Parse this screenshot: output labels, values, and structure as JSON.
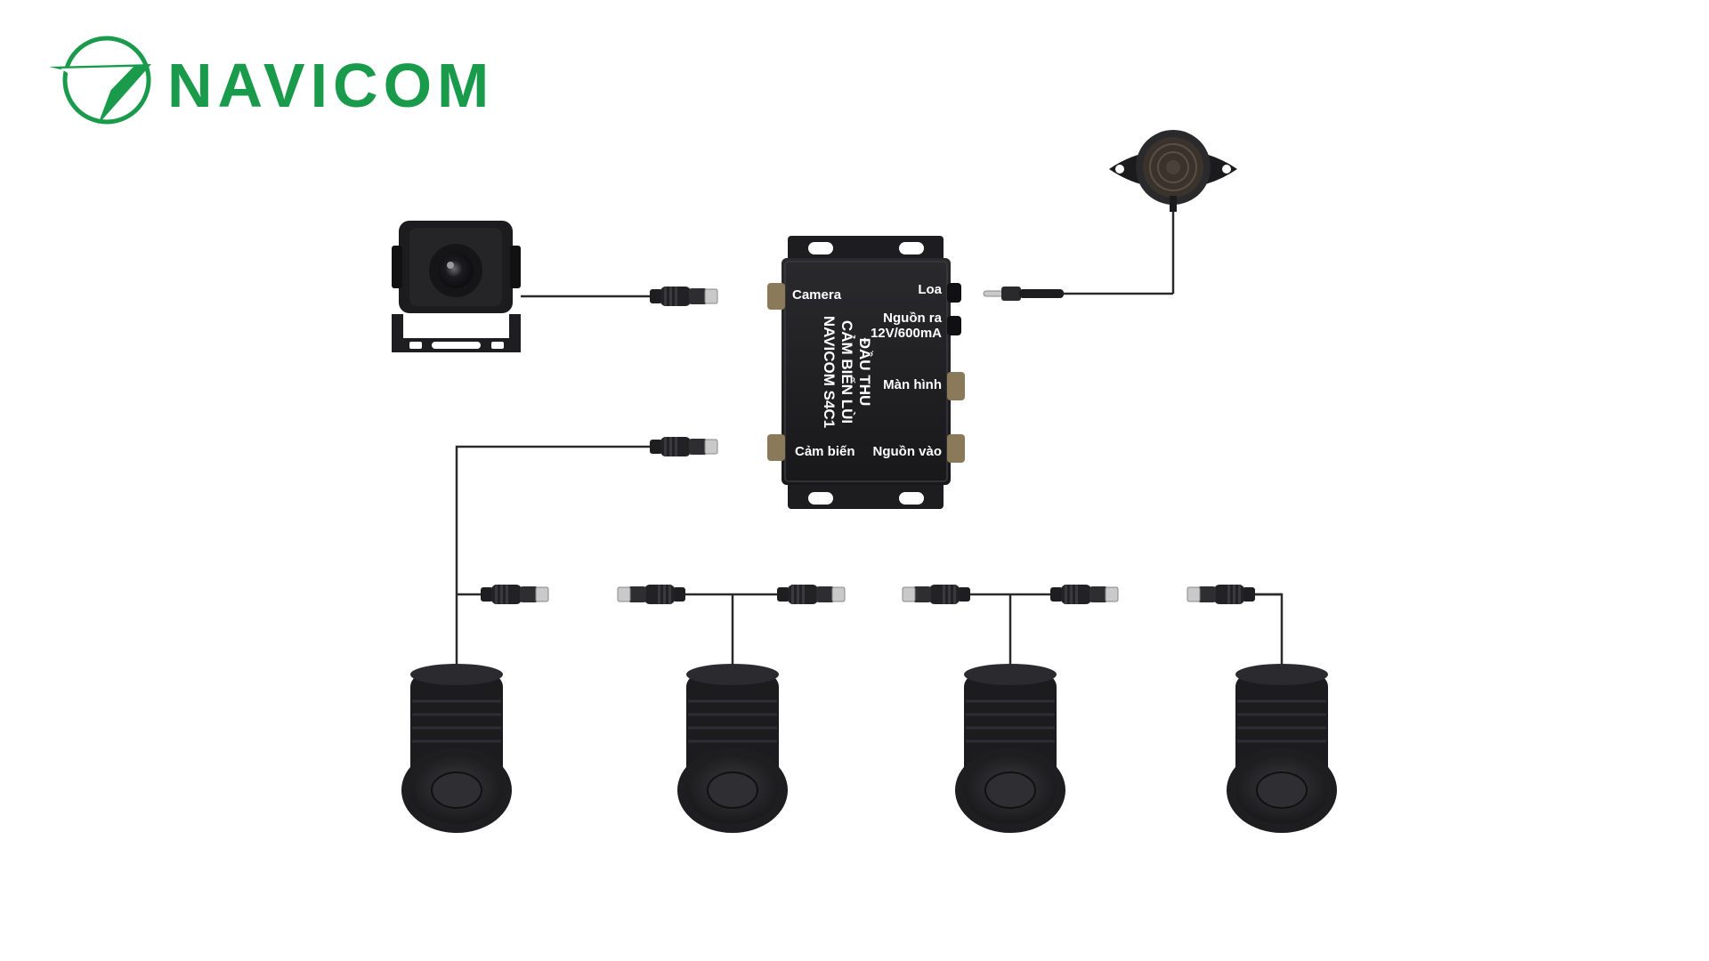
{
  "brand": {
    "name": "NAVICOM",
    "color": "#1a9a4b"
  },
  "control_box": {
    "title_lines": [
      "ĐẦU THU",
      "CẢM BIẾN LÙI",
      "NAVICOM S4C1"
    ],
    "ports": {
      "camera": "Camera",
      "speaker": "Loa",
      "power_out_line1": "Nguồn ra",
      "power_out_line2": "12V/600mA",
      "monitor": "Màn hình",
      "sensor": "Cảm biến",
      "power_in": "Nguồn vào"
    }
  },
  "components": {
    "camera": "camera-icon",
    "buzzer": "buzzer-icon",
    "sensors": [
      "parking-sensor-icon",
      "parking-sensor-icon",
      "parking-sensor-icon",
      "parking-sensor-icon"
    ]
  },
  "colors": {
    "device": "#1f1f22",
    "cable": "#2a2a2a",
    "label": "#ffffff"
  }
}
